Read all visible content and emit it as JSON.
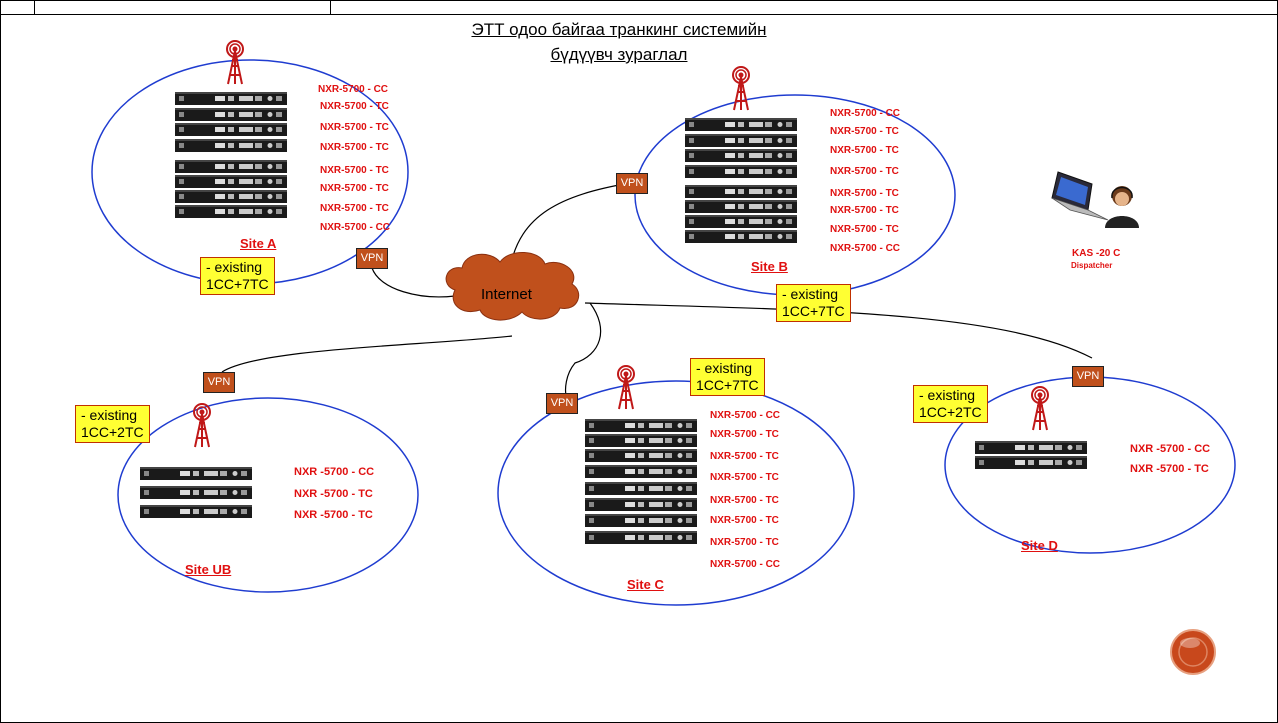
{
  "title_line1": "ЭТТ одоо байгаа транкинг системийн",
  "title_line2": "бүдүүвч зураглал",
  "internet_label": "Internet",
  "vpn_label": "VPN",
  "site_a": {
    "name": "Site A",
    "note_line1": "- existing",
    "note_line2": "1CC+7TC",
    "radios": [
      "NXR-5700 - CC",
      "NXR-5700 - TC",
      "NXR-5700 - TC",
      "NXR-5700 - TC",
      "NXR-5700 - TC",
      "NXR-5700 - TC",
      "NXR-5700 - TC",
      "NXR-5700 - CC"
    ]
  },
  "site_b": {
    "name": "Site B",
    "note_line1": "- existing",
    "note_line2": "1CC+7TC",
    "radios": [
      "NXR-5700 - CC",
      "NXR-5700 - TC",
      "NXR-5700 - TC",
      "NXR-5700 - TC",
      "NXR-5700 - TC",
      "NXR-5700 - TC",
      "NXR-5700 - TC",
      "NXR-5700 - CC"
    ]
  },
  "site_c": {
    "name": "Site C",
    "note_line1": "- existing",
    "note_line2": "1CC+7TC",
    "radios": [
      "NXR-5700 - CC",
      "NXR-5700 - TC",
      "NXR-5700 - TC",
      "NXR-5700 - TC",
      "NXR-5700 - TC",
      "NXR-5700 - TC",
      "NXR-5700 - TC",
      "NXR-5700 - CC"
    ]
  },
  "site_d": {
    "name": "Site D",
    "note_line1": "- existing",
    "note_line2": "1CC+2TC",
    "radios": [
      "NXR -5700  - CC",
      "NXR -5700  - TC"
    ]
  },
  "site_ub": {
    "name": "Site UB",
    "note_line1": "- existing",
    "note_line2": "1CC+2TC",
    "radios": [
      "NXR -5700  - CC",
      "NXR -5700  - TC",
      "NXR -5700  - TC"
    ]
  },
  "dispatcher": {
    "model": "KAS -20 C",
    "role": "Dispatcher"
  },
  "colors": {
    "ellipse": "#1f3cd0",
    "label_red": "#e01010",
    "note_fill": "#ffff33",
    "vpn_fill": "#c0501c",
    "cloud_fill": "#c0501c"
  }
}
